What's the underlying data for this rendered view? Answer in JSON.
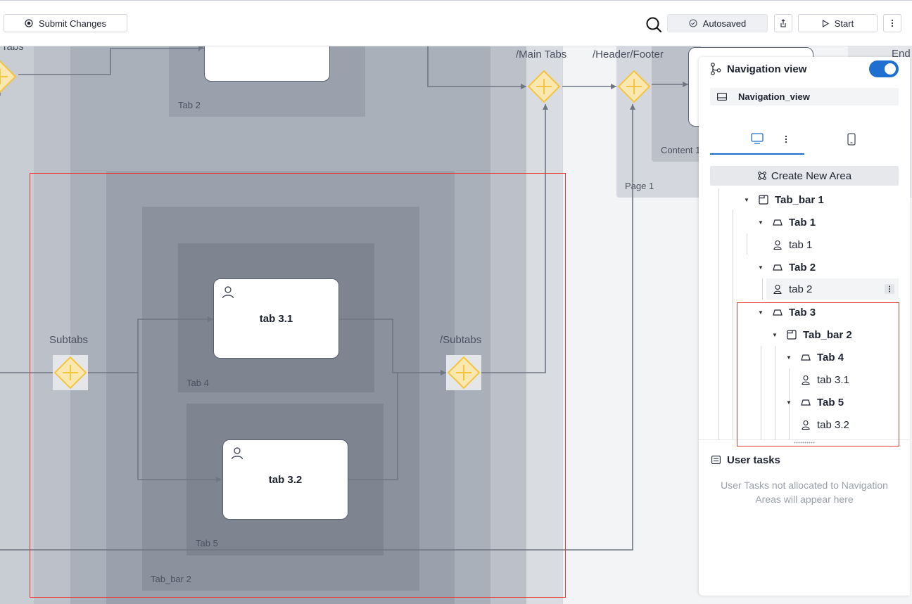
{
  "toolbar": {
    "submit_label": "Submit Changes",
    "autosave_label": "Autosaved",
    "start_label": "Start"
  },
  "canvas": {
    "zone_labels": {
      "tabs_partial": "Tabs",
      "tab2": "Tab 2",
      "tab4": "Tab 4",
      "tab5": "Tab 5",
      "tabbar2": "Tab_bar 2",
      "content": "Content 1",
      "page1": "Page 1",
      "end_partial": "End"
    },
    "gateways": {
      "subtabs": "Subtabs",
      "end_subtabs": "/Subtabs",
      "end_main_tabs": "/Main Tabs",
      "end_header_footer": "/Header/Footer"
    },
    "tasks": {
      "tab31": "tab 3.1",
      "tab32": "tab 3.2"
    }
  },
  "panel": {
    "title": "Navigation view",
    "toggle_on": true,
    "view_name": "Navigation_view",
    "create_label": "Create New Area",
    "tree": {
      "tabbar1": "Tab_bar 1",
      "tab1": "Tab 1",
      "task_tab1": "tab 1",
      "tab2": "Tab 2",
      "task_tab2": "tab 2",
      "tab3": "Tab 3",
      "tabbar2": "Tab_bar 2",
      "tab4": "Tab 4",
      "task_tab31": "tab 3.1",
      "tab5": "Tab 5",
      "task_tab32": "tab 3.2"
    },
    "user_tasks_title": "User tasks",
    "user_tasks_empty": "User Tasks not allocated to Navigation Areas will appear here"
  },
  "colors": {
    "accent": "#1f6fd0",
    "highlight": "#e8382d",
    "gateway": "#f5c542"
  }
}
